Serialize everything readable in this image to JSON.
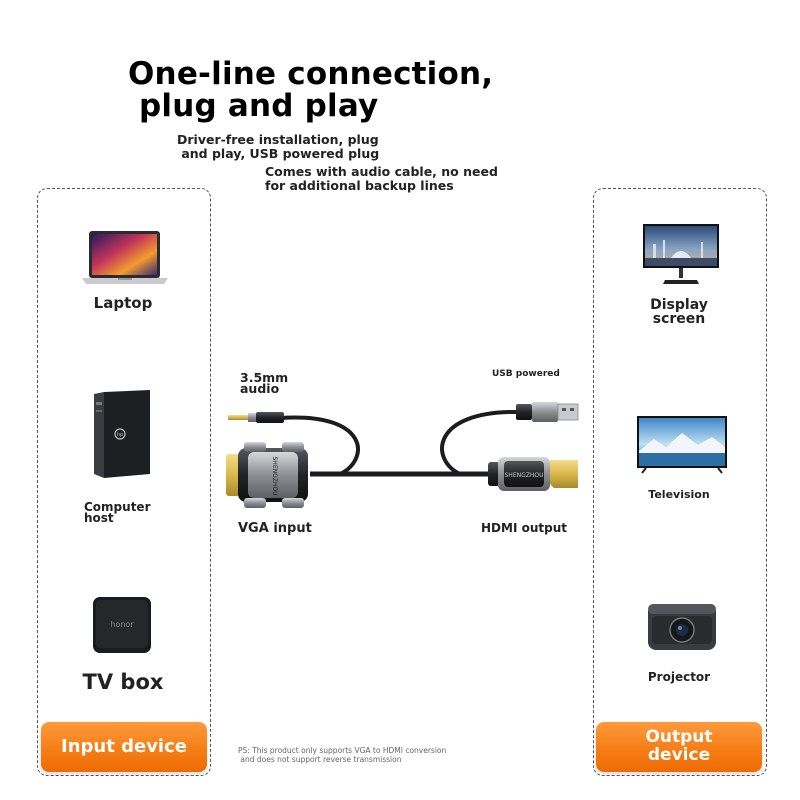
{
  "headline": {
    "title": "One-line connection,\n plug and play",
    "feature_1": "Driver-free installation, plug\n and play, USB powered plug",
    "feature_2": "Comes with audio cable, no need\nfor additional backup lines"
  },
  "input_panel": {
    "devices": [
      {
        "icon": "laptop-icon",
        "label": "Laptop"
      },
      {
        "icon": "desktop-tower-icon",
        "label": "Computer\nhost"
      },
      {
        "icon": "tv-box-icon",
        "label": "TV box"
      }
    ],
    "badge": "Input device"
  },
  "output_panel": {
    "devices": [
      {
        "icon": "monitor-icon",
        "label": "Display\nscreen"
      },
      {
        "icon": "television-icon",
        "label": "Television"
      },
      {
        "icon": "projector-icon",
        "label": "Projector"
      }
    ],
    "badge": "Output\ndevice"
  },
  "cable": {
    "audio_label": "3.5mm\naudio",
    "usb_label": "USB powered",
    "vga_label": "VGA input",
    "hdmi_label": "HDMI output",
    "connector_brand": "SHENGZHOU"
  },
  "footnote": "PS: This product only supports VGA to HDMI conversion\n and does not support reverse transmission",
  "colors": {
    "accent": "#f57c12",
    "panel_border": "#555555",
    "vga_pins": "#d9b84a",
    "hdmi_gold": "#e4c45e"
  }
}
